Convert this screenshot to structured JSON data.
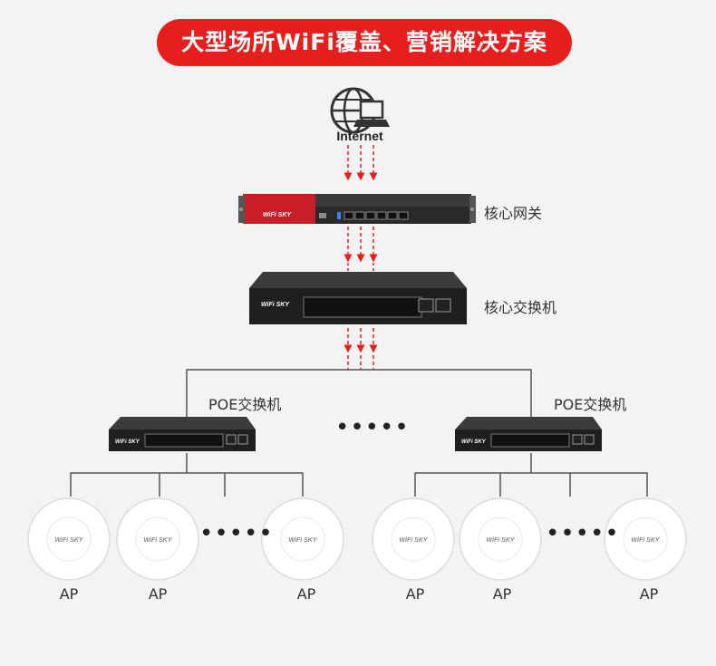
{
  "title": "大型场所WiFi覆盖、营销解决方案",
  "internet": {
    "label": "Internet"
  },
  "gateway": {
    "label": "核心网关",
    "brand": "WiFi SKY"
  },
  "core_switch": {
    "label": "核心交换机",
    "brand": "WiFi SKY"
  },
  "poe_switches": [
    {
      "label": "POE交换机",
      "brand": "WiFi SKY"
    },
    {
      "label": "POE交换机",
      "brand": "WiFi SKY"
    }
  ],
  "ellipsis": "•••••",
  "access_points": [
    {
      "label": "AP",
      "brand": "WiFi SKY"
    },
    {
      "label": "AP",
      "brand": "WiFi SKY"
    },
    {
      "label": "AP",
      "brand": "WiFi SKY"
    },
    {
      "label": "AP",
      "brand": "WiFi SKY"
    },
    {
      "label": "AP",
      "brand": "WiFi SKY"
    },
    {
      "label": "AP",
      "brand": "WiFi SKY"
    }
  ],
  "colors": {
    "accent": "#e61e1e",
    "line": "#555555",
    "device": "#2a2a2a"
  }
}
